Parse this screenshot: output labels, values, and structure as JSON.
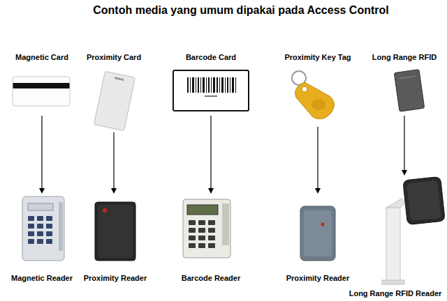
{
  "diagram": {
    "title": "Contoh media yang umum dipakai pada Access Control",
    "nodes": [
      {
        "text": [
          "Magnetic Card"
        ]
      },
      {
        "text": [
          "Proximity Card"
        ]
      },
      {
        "text": [
          "Barcode Card"
        ]
      },
      {
        "text": [
          "Proximity Key Tag"
        ]
      },
      {
        "text": [
          "Long Range RFID"
        ]
      },
      {
        "text": [
          "Magnetic Reader"
        ]
      },
      {
        "text": [
          "Proximity Reader"
        ]
      },
      {
        "text": [
          "Barcode Reader"
        ]
      },
      {
        "text": [
          "Proximity Reader"
        ]
      },
      {
        "text": [
          "Long Range RFID Reader"
        ]
      }
    ],
    "edges": [
      {
        "from": 0,
        "to": 5,
        "arrow": "to"
      },
      {
        "from": 1,
        "to": 6,
        "arrow": "to"
      },
      {
        "from": 2,
        "to": 7,
        "arrow": "to"
      },
      {
        "from": 3,
        "to": 8,
        "arrow": "to"
      },
      {
        "from": 4,
        "to": 9,
        "arrow": "to"
      }
    ]
  }
}
